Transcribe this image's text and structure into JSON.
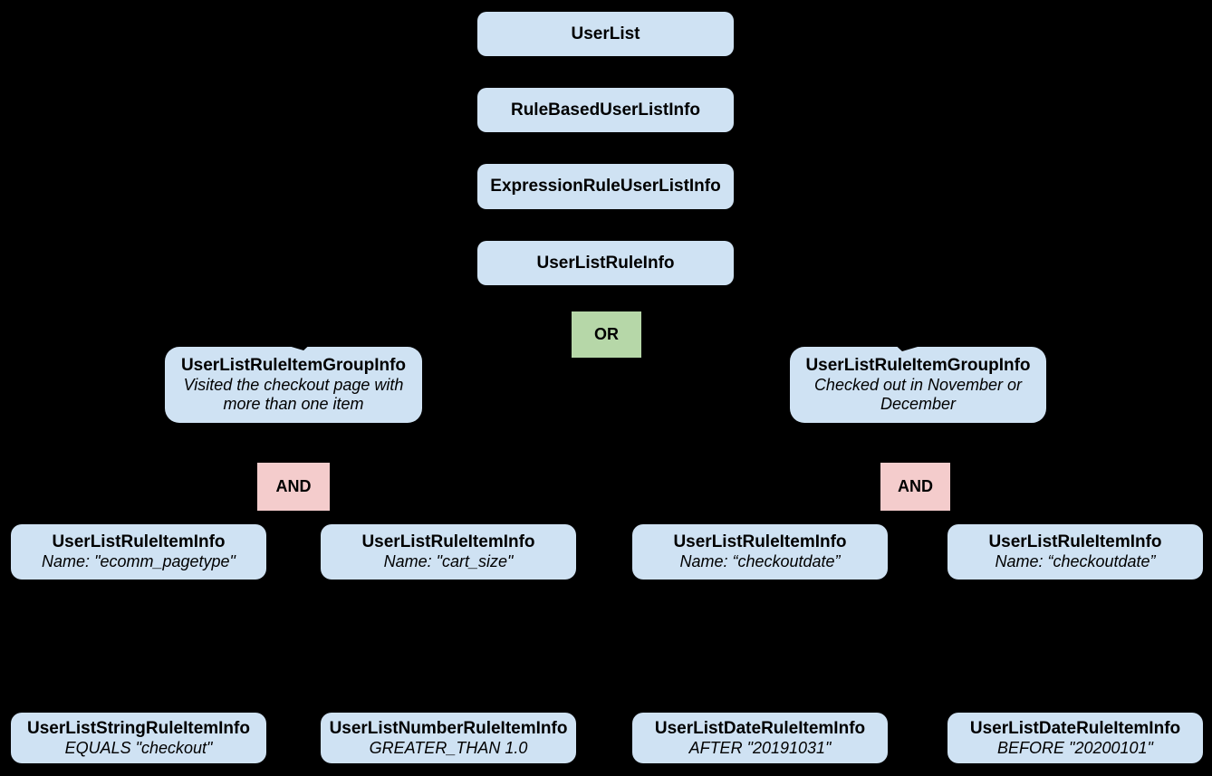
{
  "colors": {
    "background": "#000000",
    "node_fill": "#cfe2f3",
    "or_fill": "#b6d7a8",
    "and_fill": "#f4cccc",
    "text": "#000000"
  },
  "chain": [
    {
      "label": "UserList"
    },
    {
      "label": "RuleBasedUserListInfo"
    },
    {
      "label": "ExpressionRuleUserListInfo"
    },
    {
      "label": "UserListRuleInfo"
    }
  ],
  "operators": {
    "or": "OR",
    "and_left": "AND",
    "and_right": "AND"
  },
  "groups": [
    {
      "title": "UserListRuleItemGroupInfo",
      "subtitle": "Visited the checkout page with more than one item"
    },
    {
      "title": "UserListRuleItemGroupInfo",
      "subtitle": "Checked out in November or December"
    }
  ],
  "rule_items": [
    {
      "title": "UserListRuleItemInfo",
      "subtitle": "Name: \"ecomm_pagetype\""
    },
    {
      "title": "UserListRuleItemInfo",
      "subtitle": "Name: \"cart_size\""
    },
    {
      "title": "UserListRuleItemInfo",
      "subtitle": "Name: “checkoutdate”"
    },
    {
      "title": "UserListRuleItemInfo",
      "subtitle": "Name: “checkoutdate”"
    }
  ],
  "leaf_items": [
    {
      "title": "UserListStringRuleItemInfo",
      "subtitle": "EQUALS \"checkout\""
    },
    {
      "title": "UserListNumberRuleItemInfo",
      "subtitle": "GREATER_THAN 1.0"
    },
    {
      "title": "UserListDateRuleItemInfo",
      "subtitle": "AFTER \"20191031\""
    },
    {
      "title": "UserListDateRuleItemInfo",
      "subtitle": "BEFORE \"20200101\""
    }
  ]
}
